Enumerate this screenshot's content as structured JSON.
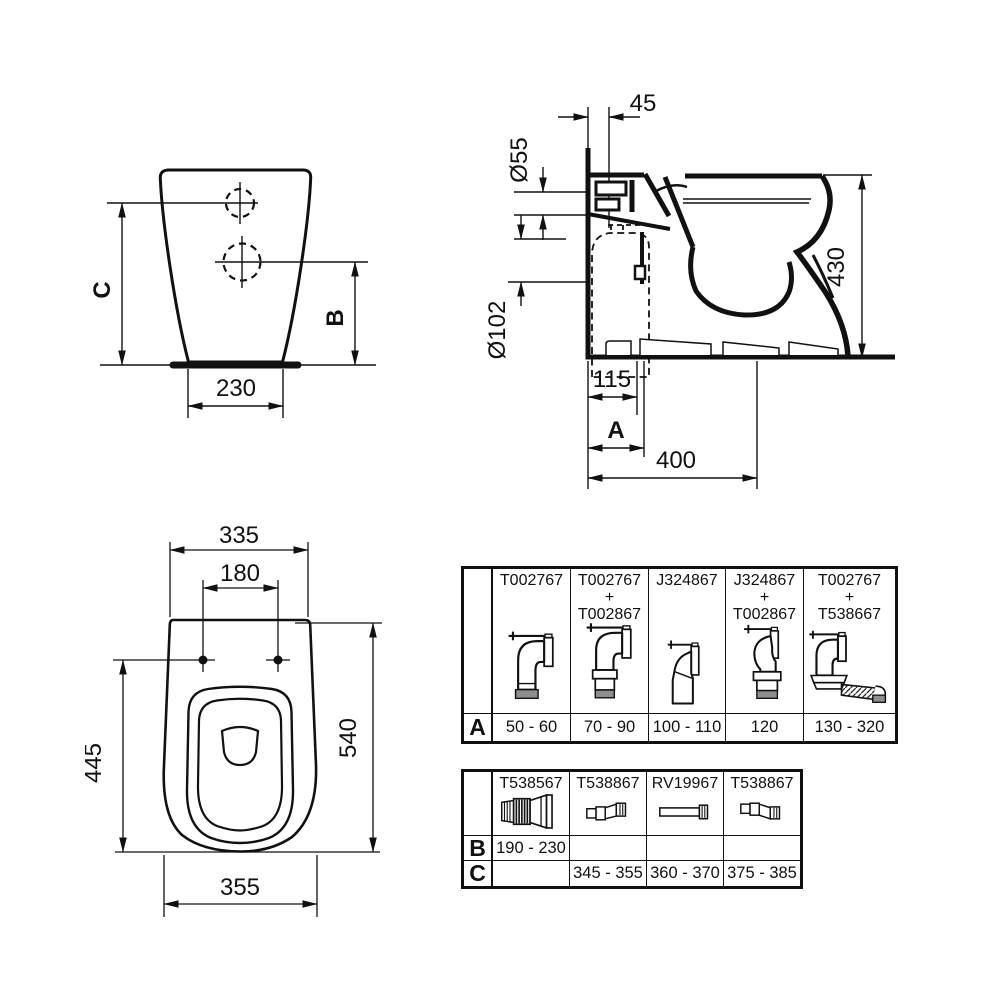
{
  "drawing": {
    "front_view": {
      "height_to_upper_hole_label": "C",
      "height_to_lower_hole_label": "B",
      "base_width": "230"
    },
    "side_view": {
      "wall_offset": "45",
      "flush_inlet_diameter": "Ø55",
      "outlet_diameter": "Ø102",
      "overall_height": "430",
      "outlet_distance": "115",
      "variable_distance_label": "A",
      "floor_depth": "400"
    },
    "top_view": {
      "top_width": "335",
      "hole_spacing": "180",
      "left_depth": "445",
      "overall_depth": "540",
      "bottom_width": "355"
    }
  },
  "tables": {
    "a": {
      "row_label": "A",
      "columns": [
        {
          "parts": "T002767",
          "icon": "elbow-outlet-icon",
          "range": "50 - 60"
        },
        {
          "parts": "T002767\n+\nT002867",
          "icon": "elbow-outlet-extension-icon",
          "range": "70 - 90"
        },
        {
          "parts": "J324867",
          "icon": "offset-connector-icon",
          "range": "100 - 110"
        },
        {
          "parts": "J324867\n+\nT002867",
          "icon": "offset-connector-extension-icon",
          "range": "120"
        },
        {
          "parts": "T002767\n+\nT538667",
          "icon": "elbow-flex-hose-icon",
          "range": "130 - 320"
        }
      ]
    },
    "bc": {
      "row_b_label": "B",
      "row_c_label": "C",
      "columns": [
        {
          "parts": "T538567",
          "icon": "flex-coupling-icon",
          "b_range": "190 - 230",
          "c_range": ""
        },
        {
          "parts": "T538867",
          "icon": "offset-adapter-up-icon",
          "b_range": "",
          "c_range": "345 - 355"
        },
        {
          "parts": "RV19967",
          "icon": "straight-pipe-icon",
          "b_range": "",
          "c_range": "360 - 370"
        },
        {
          "parts": "T538867",
          "icon": "offset-adapter-down-icon",
          "b_range": "",
          "c_range": "375 - 385"
        }
      ]
    }
  },
  "colors": {
    "line": "#111111",
    "gasket_gray": "#8e8e8e",
    "background": "#ffffff"
  }
}
